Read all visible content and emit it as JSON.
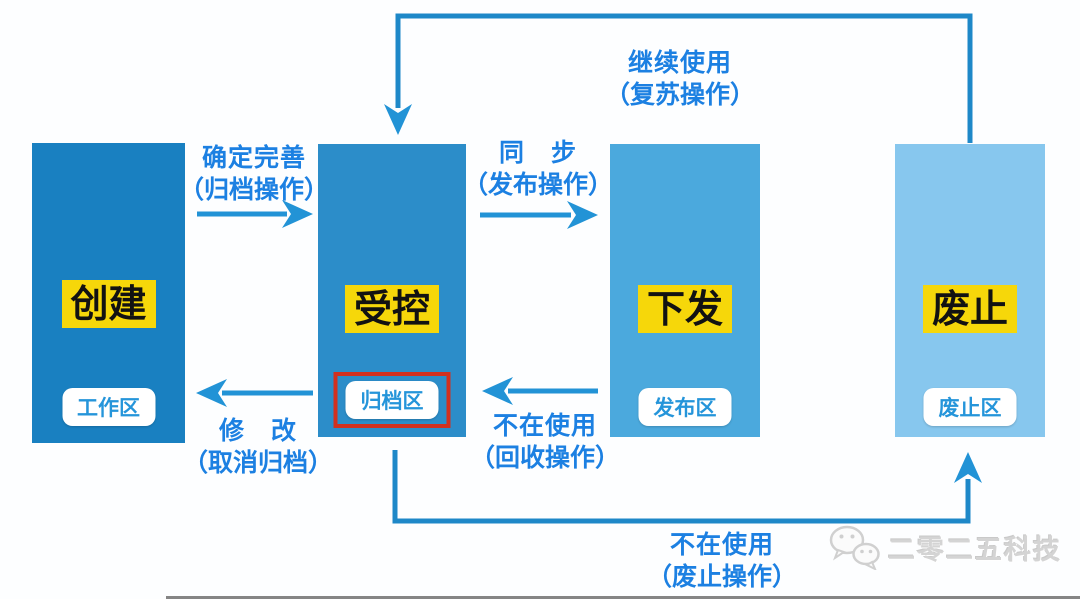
{
  "stages": [
    {
      "title": "创建",
      "zone": "工作区",
      "color": "#1980c1"
    },
    {
      "title": "受控",
      "zone": "归档区",
      "color": "#2c8dc9",
      "zone_highlighted": true
    },
    {
      "title": "下发",
      "zone": "发布区",
      "color": "#4ba9dd"
    },
    {
      "title": "废止",
      "zone": "废止区",
      "color": "#87c7ee"
    }
  ],
  "transitions": {
    "archive": {
      "line1": "确定完善",
      "line2": "（归档操作）"
    },
    "publish": {
      "line1": "同　步",
      "line2": "（发布操作）"
    },
    "revive": {
      "line1": "继续使用",
      "line2": "（复苏操作）"
    },
    "modify": {
      "line1": "修　改",
      "line2": "（取消归档）"
    },
    "recycle": {
      "line1": "不在使用",
      "line2": "（回收操作）"
    },
    "abolish": {
      "line1": "不在使用",
      "line2": "（废止操作）"
    }
  },
  "watermark": {
    "text": "二零二五科技",
    "icon": "wechat-bubbles-icon"
  },
  "colors": {
    "stage_create": "#1980c1",
    "stage_controlled": "#2c8dc9",
    "stage_issue": "#4ba9dd",
    "stage_obsolete": "#87c7ee",
    "title_highlight": "#f6d70a",
    "title_text": "#121212",
    "zone_badge_bg": "#ffffff",
    "zone_badge_text": "#2595da",
    "arrow": "#2293d6",
    "connector": "#1e88c8",
    "label_text": "#1c80e2",
    "zone_highlight_border": "#d2301f",
    "watermark_text": "#d4d4d4"
  }
}
